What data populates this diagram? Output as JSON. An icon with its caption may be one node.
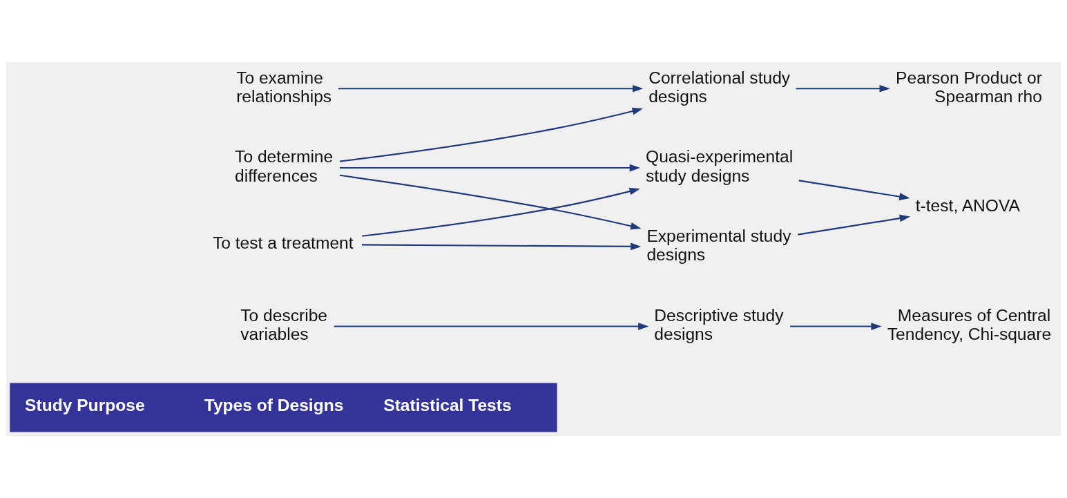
{
  "diagram": {
    "nodes": [
      {
        "text": [
          "Study Purpose",
          "Types of Designs",
          "Statistical Tests"
        ]
      },
      {
        "text": [
          "To describe variables"
        ]
      },
      {
        "text": [
          "To examine relationships"
        ]
      },
      {
        "text": [
          "To determine differences"
        ]
      },
      {
        "text": [
          "To test a treatment"
        ]
      },
      {
        "text": [
          "Descriptive study designs"
        ]
      },
      {
        "text": [
          "Correlational study designs"
        ]
      },
      {
        "text": [
          "Quasi-experimental study designs"
        ]
      },
      {
        "text": [
          "Experimental study designs"
        ]
      },
      {
        "text": [
          "Measures of Central Tendency, Chi-square"
        ]
      },
      {
        "text": [
          "Pearson Product or Spearman rho"
        ]
      },
      {
        "text": [
          "t-test, ANOVA"
        ]
      }
    ],
    "edges": [
      {
        "from": 1,
        "to": 5,
        "arrow": "to"
      },
      {
        "from": 5,
        "to": 9,
        "arrow": "to"
      },
      {
        "from": 2,
        "to": 6,
        "arrow": "to"
      },
      {
        "from": 6,
        "to": 10,
        "arrow": "to"
      },
      {
        "from": 3,
        "to": 6,
        "arrow": "to"
      },
      {
        "from": 3,
        "to": 7,
        "arrow": "to"
      },
      {
        "from": 3,
        "to": 8,
        "arrow": "to"
      },
      {
        "from": 4,
        "to": 7,
        "arrow": "to"
      },
      {
        "from": 4,
        "to": 8,
        "arrow": "to"
      },
      {
        "from": 7,
        "to": 11,
        "arrow": "to"
      },
      {
        "from": 8,
        "to": 11,
        "arrow": "to"
      }
    ]
  }
}
